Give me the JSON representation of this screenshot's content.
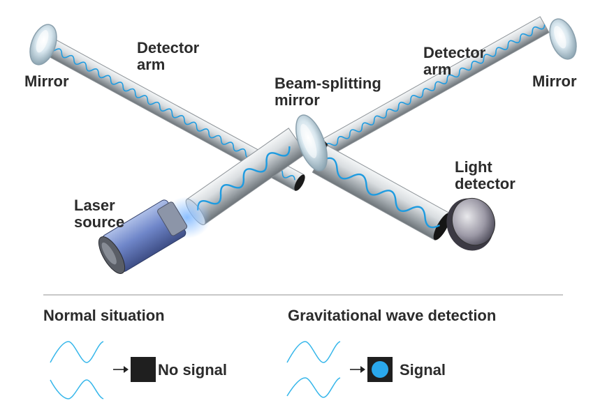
{
  "labels": {
    "mirror_left": "Mirror",
    "mirror_right": "Mirror",
    "detector_arm_left": [
      "Detector",
      "arm"
    ],
    "detector_arm_right": [
      "Detector",
      "arm"
    ],
    "beam_splitter": [
      "Beam-splitting",
      "mirror"
    ],
    "light_detector": [
      "Light",
      "detector"
    ],
    "laser_source": [
      "Laser",
      "source"
    ]
  },
  "legend": {
    "normal": {
      "title": "Normal situation",
      "result": "No signal"
    },
    "gw": {
      "title": "Gravitational wave detection",
      "result": "Signal"
    }
  },
  "colors": {
    "beam": "#1e9be0",
    "legend_wave": "#35b6ea",
    "signal_dot": "#2aa8ec",
    "detector_box": "#1f1f1f",
    "divider": "#b5b5b5"
  }
}
